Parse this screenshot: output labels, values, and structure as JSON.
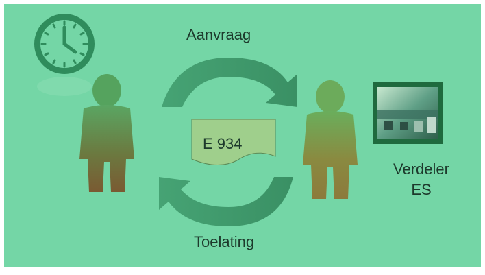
{
  "colors": {
    "background": "#74d6a6",
    "arrow": "#3f9a6c",
    "clock": "#2f8c5c",
    "person_top": "#4f9a5e",
    "person_bottom": "#7a5a32",
    "document": "#9fcf8c"
  },
  "icons": {
    "clock": "clock-icon",
    "sender": "person-icon",
    "receiver": "person-icon",
    "photo": "office-photo",
    "document": "document-icon"
  },
  "diagram": {
    "request_label": "Aanvraag",
    "permit_label": "Toelating",
    "document_label": "E 934",
    "distributor_line1": "Verdeler",
    "distributor_line2": "ES"
  }
}
